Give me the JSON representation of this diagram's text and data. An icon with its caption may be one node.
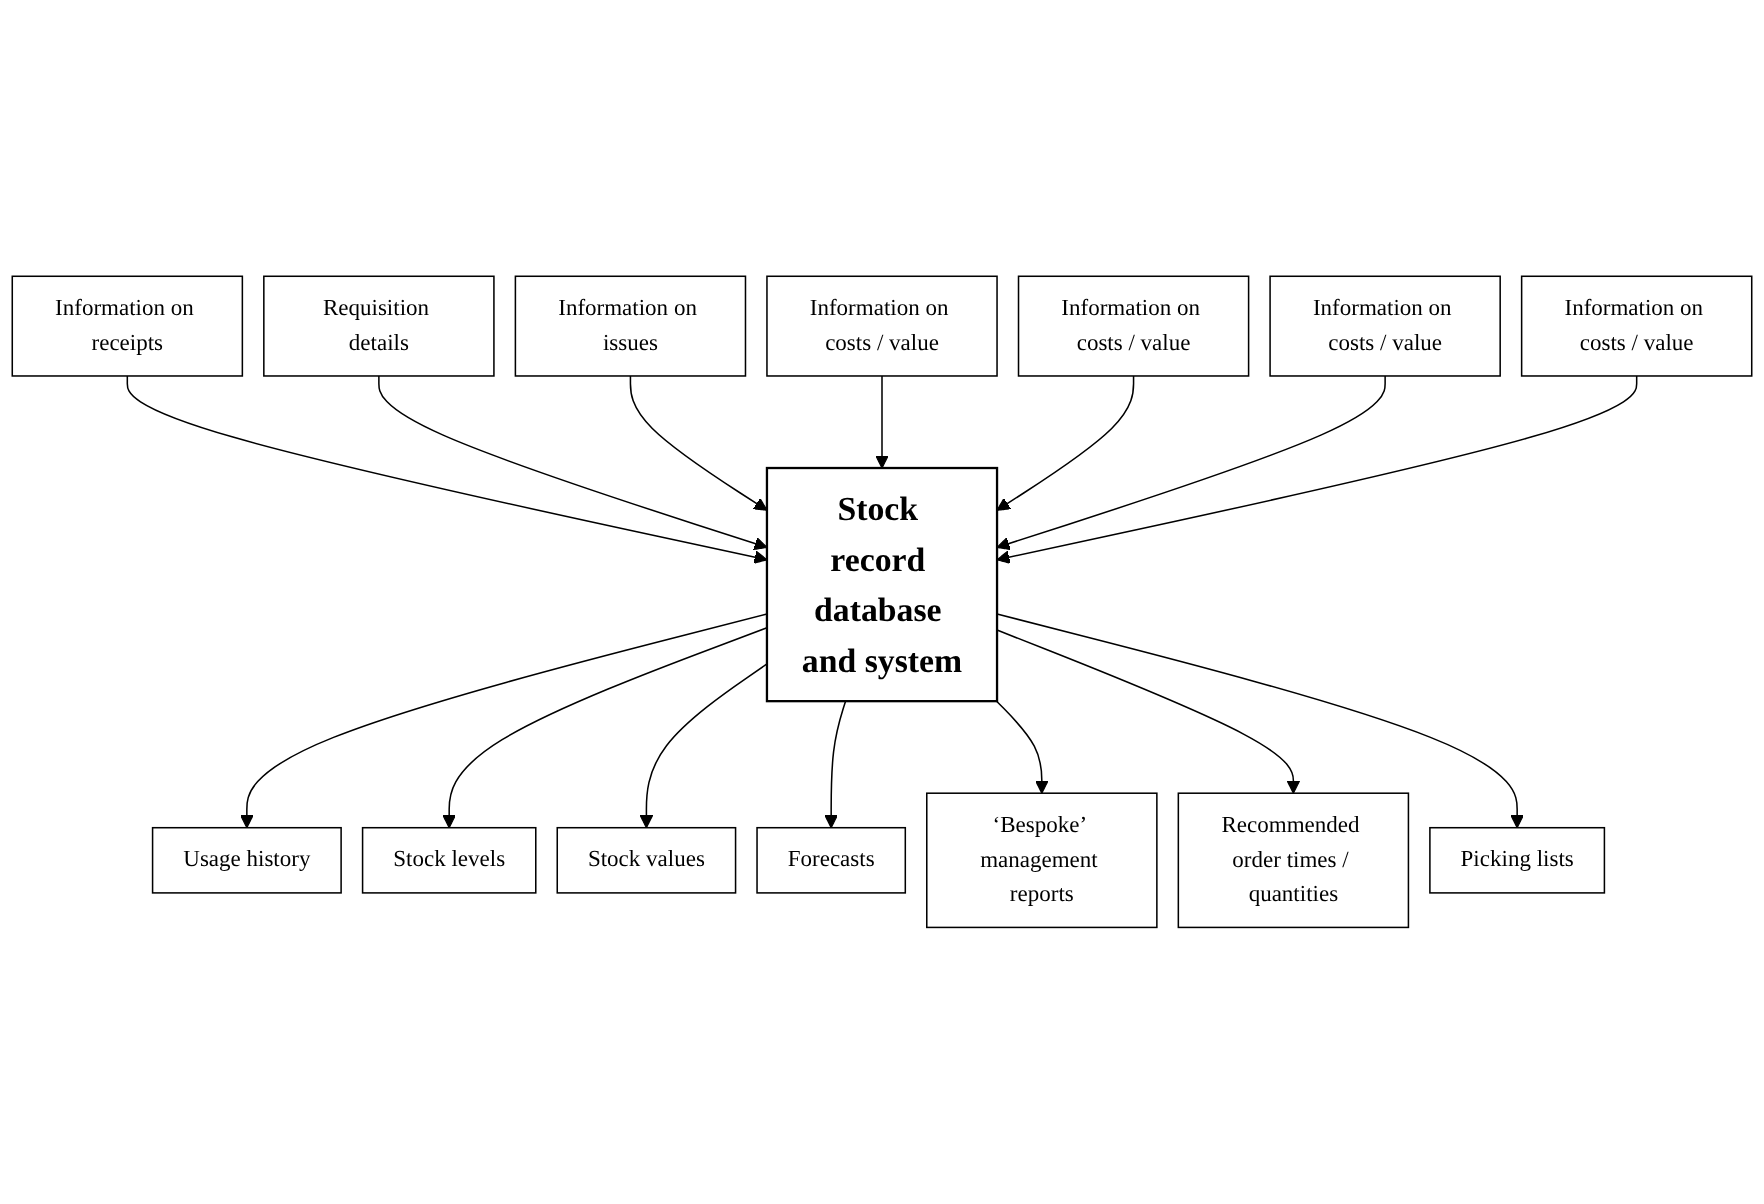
{
  "diagram": {
    "nodes": [
      {
        "text": [
          "Information on receipts"
        ]
      },
      {
        "text": [
          "Information on issues"
        ]
      },
      {
        "text": [
          "Information on costs / value"
        ]
      },
      {
        "text": [
          "Information on costs / value"
        ]
      },
      {
        "text": [
          "Requisition details"
        ]
      },
      {
        "text": [
          "Information on costs / value"
        ]
      },
      {
        "text": [
          "Information on costs / value"
        ]
      },
      {
        "text": [
          "Stock record database and system"
        ]
      },
      {
        "text": [
          "Stock levels"
        ]
      },
      {
        "text": [
          "Forecasts"
        ]
      },
      {
        "text": [
          "Recommended order times / quantities"
        ]
      },
      {
        "text": [
          "Usage history"
        ]
      },
      {
        "text": [
          "Stock values"
        ]
      },
      {
        "text": [
          "‘Bespoke’ management reports"
        ]
      },
      {
        "text": [
          "Picking lists"
        ]
      }
    ],
    "edges": [
      {
        "from": 0,
        "to": 7,
        "arrow": "to"
      },
      {
        "from": 4,
        "to": 7,
        "arrow": "to"
      },
      {
        "from": 1,
        "to": 7,
        "arrow": "to"
      },
      {
        "from": 5,
        "to": 7,
        "arrow": "to"
      },
      {
        "from": 2,
        "to": 7,
        "arrow": "to"
      },
      {
        "from": 6,
        "to": 7,
        "arrow": "to"
      },
      {
        "from": 3,
        "to": 7,
        "arrow": "to"
      },
      {
        "from": 7,
        "to": 11,
        "arrow": "to"
      },
      {
        "from": 7,
        "to": 8,
        "arrow": "to"
      },
      {
        "from": 7,
        "to": 12,
        "arrow": "to"
      },
      {
        "from": 7,
        "to": 9,
        "arrow": "to"
      },
      {
        "from": 7,
        "to": 13,
        "arrow": "to"
      },
      {
        "from": 7,
        "to": 10,
        "arrow": "to"
      },
      {
        "from": 7,
        "to": 14,
        "arrow": "to"
      }
    ]
  }
}
